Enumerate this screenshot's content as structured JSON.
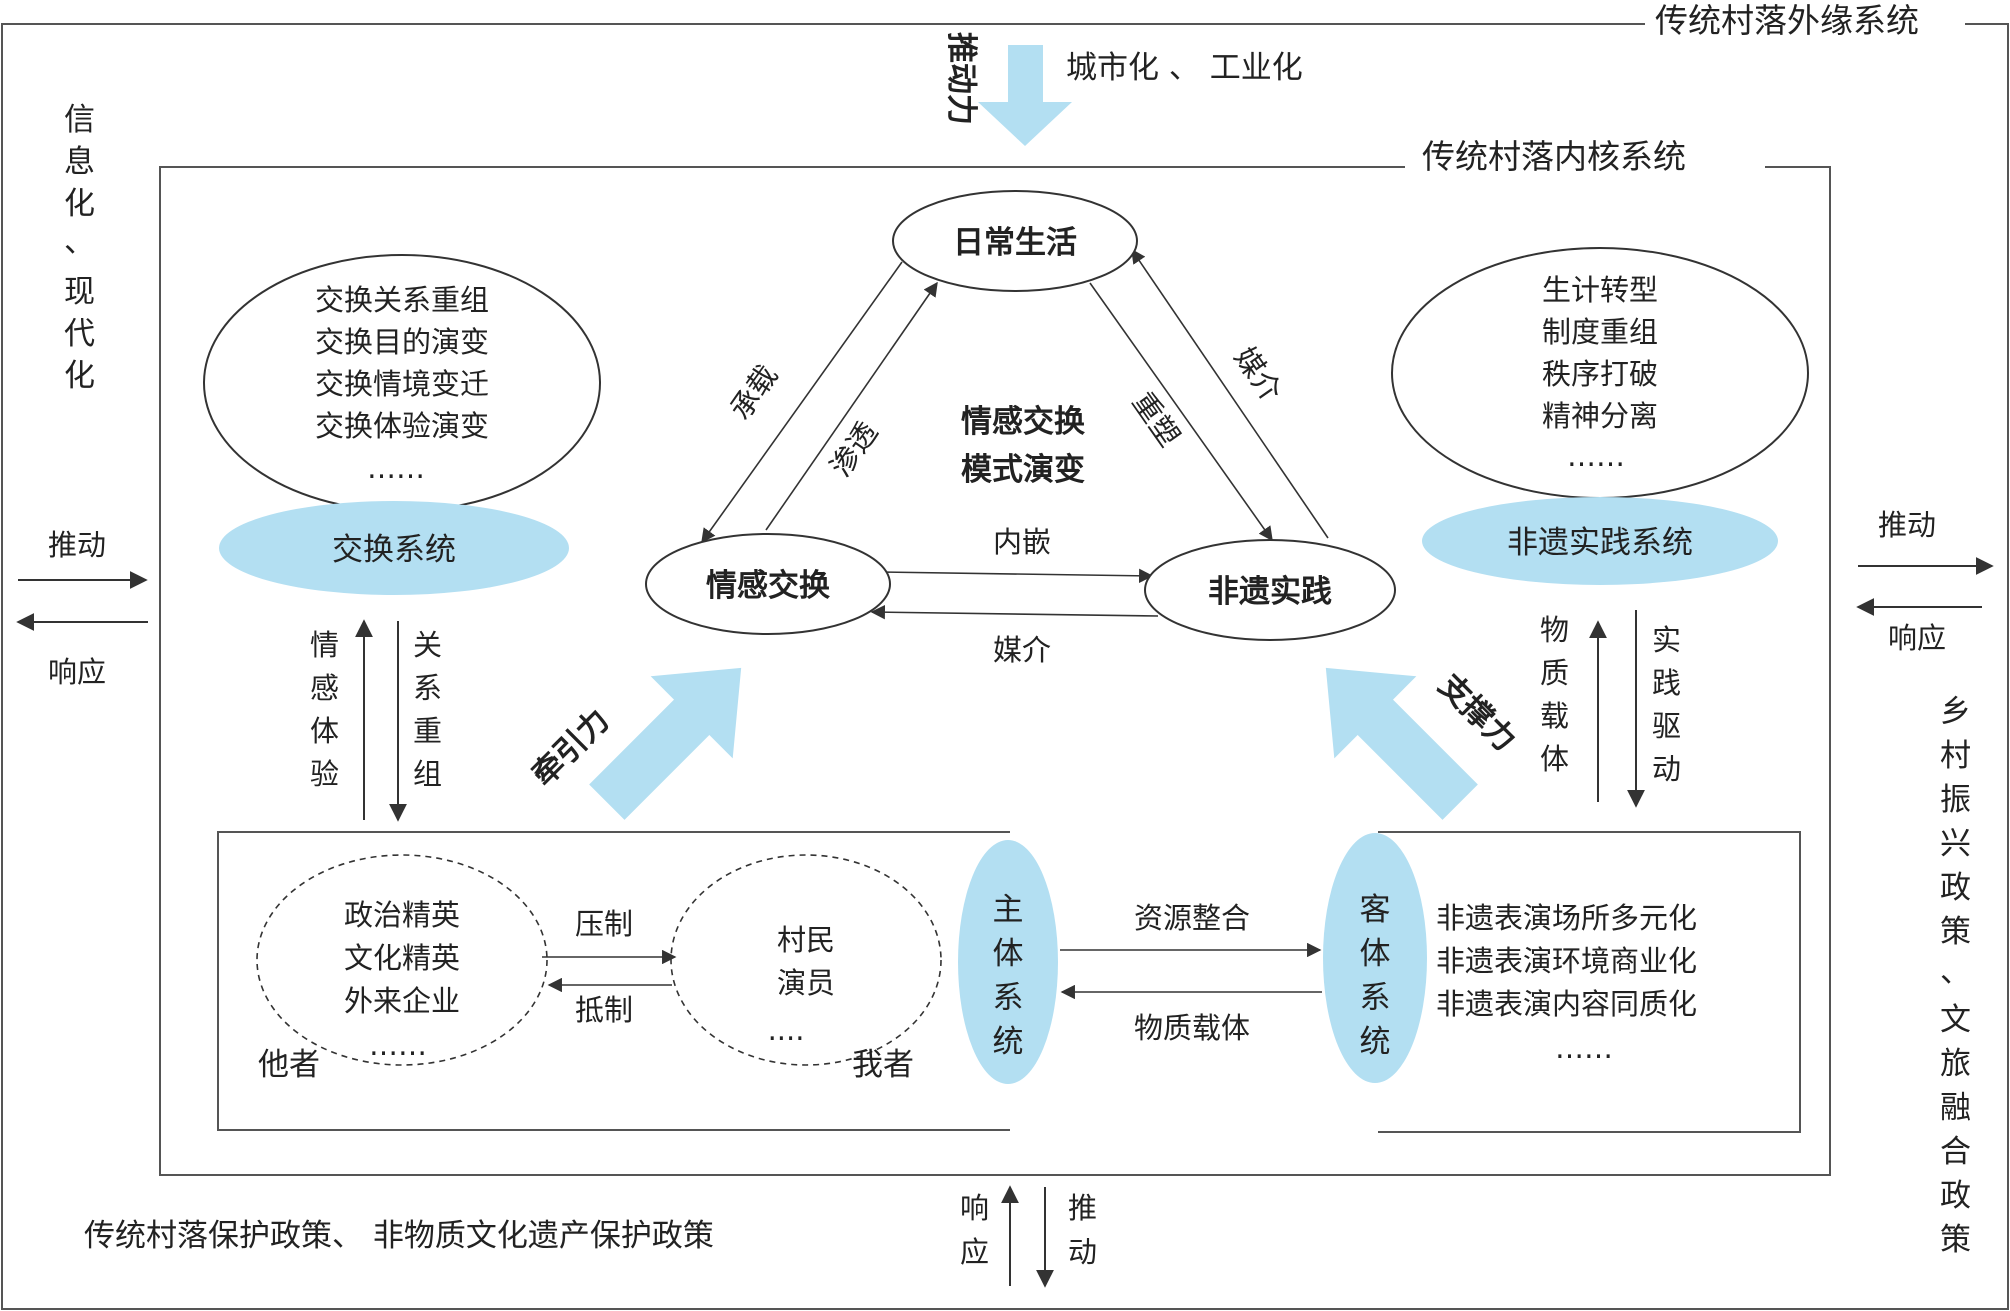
{
  "titles": {
    "outer_system": "传统村落外缘系统",
    "inner_system": "传统村落内核系统"
  },
  "top_force": {
    "label": "推动力",
    "drivers": "城市化 、 工业化"
  },
  "left_side": {
    "vertical_text": "信息化、现代化",
    "push": "推动",
    "response": "响应"
  },
  "right_side": {
    "vertical_text": "乡村振兴政策、文旅融合政策",
    "push": "推动",
    "response": "响应"
  },
  "bottom": {
    "policies": "传统村落保护政策、 非物质文化遗产保护政策",
    "response": "响应",
    "push": "推动"
  },
  "triangle": {
    "center_title": [
      "情感交换",
      "模式演变"
    ],
    "daily_life": "日常生活",
    "emotional_exchange": "情感交换",
    "ich_practice": "非遗实践",
    "left_outer_label": "承载",
    "left_inner_label": "渗透",
    "right_inner_label": "重塑",
    "right_outer_label": "媒介",
    "bottom_top_label": "内嵌",
    "bottom_bottom_label": "媒介"
  },
  "exchange_system": {
    "name": "交换系统",
    "items": [
      "交换关系重组",
      "交换目的演变",
      "交换情境变迁",
      "交换体验演变",
      "……"
    ],
    "up_label": "情感体验",
    "down_label": "关系重组"
  },
  "ich_system": {
    "name": "非遗实践系统",
    "items": [
      "生计转型",
      "制度重组",
      "秩序打破",
      "精神分离",
      "……"
    ],
    "up_label": "物质载体",
    "down_label": "实践驱动"
  },
  "forces": {
    "traction": "牵引力",
    "support": "支撑力"
  },
  "subject_system": {
    "name": "主体系统",
    "others_items": [
      "政治精英",
      "文化精英",
      "外来企业"
    ],
    "others_dots": "……",
    "others_label": "他者",
    "self_items": [
      "村民",
      "演员"
    ],
    "self_dots": "....",
    "self_label": "我者",
    "suppress": "压制",
    "resist": "抵制"
  },
  "object_system": {
    "name": "客体系统",
    "items": [
      "非遗表演场所多元化",
      "非遗表演环境商业化",
      "非遗表演内容同质化",
      "……"
    ]
  },
  "subject_object": {
    "resource_integration": "资源整合",
    "material_carrier": "物质载体"
  },
  "colors": {
    "accent_fill": "#b3dff2",
    "line": "#333333",
    "border": "#555555"
  }
}
